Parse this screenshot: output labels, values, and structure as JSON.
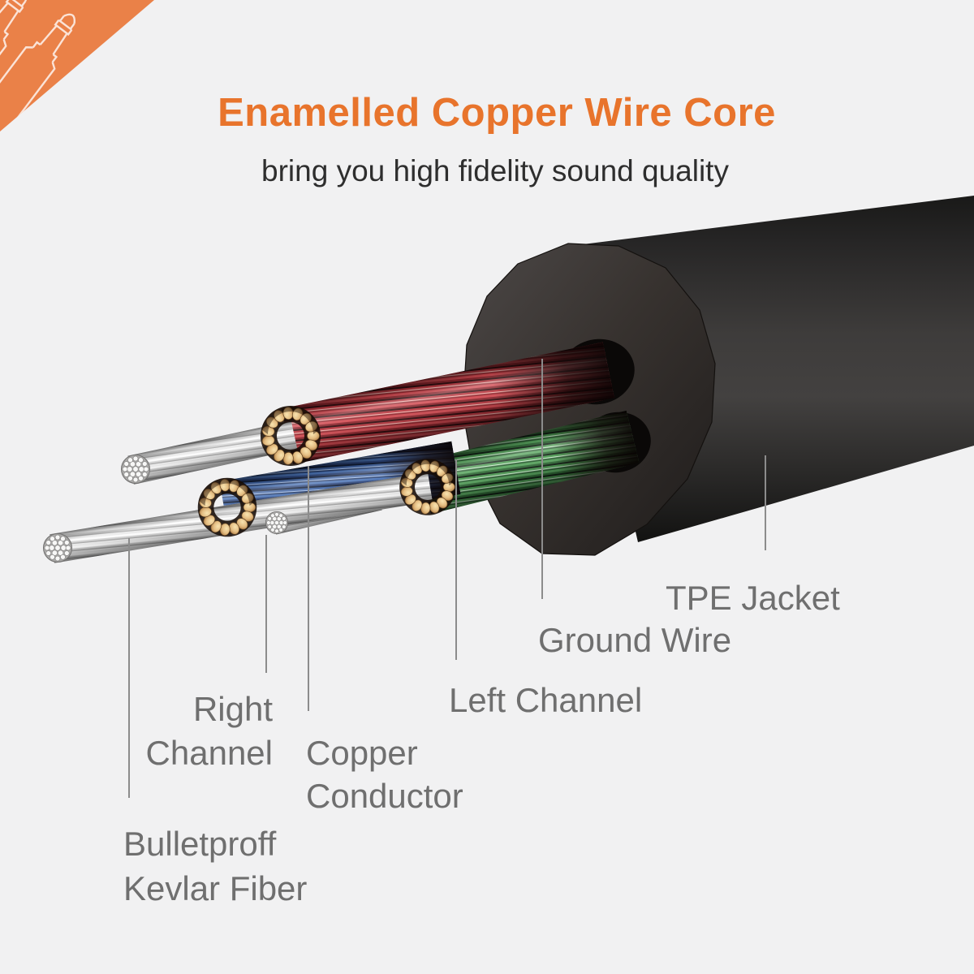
{
  "header": {
    "title": "Enamelled Copper Wire Core",
    "subtitle": "bring you high fidelity sound quality",
    "title_color": "#e8742c",
    "subtitle_color": "#2e2e2e"
  },
  "corner_badge": {
    "color": "#ea8148",
    "icon": "audio-plug-icon",
    "outline_color": "#ffffff"
  },
  "diagram": {
    "label_color": "#6f6f6f",
    "leader_line_color": "#8c8c8c",
    "labels": {
      "tpe_jacket": "TPE Jacket",
      "ground_wire": "Ground Wire",
      "left_channel": "Left Channel",
      "right_channel_line1": "Right",
      "right_channel_line2": "Channel",
      "copper_conductor_line1": "Copper",
      "copper_conductor_line2": "Conductor",
      "kevlar_line1": "Bulletproff",
      "kevlar_line2": "Kevlar Fiber"
    },
    "part_colors": {
      "tpe_jacket": "#2b2a29",
      "left_channel_wire_green": "#4e9b54",
      "right_channel_wire_blue": "#3f63a6",
      "signal_wire_red": "#bf3c43",
      "copper_conductor": "#e4bd82",
      "kevlar_fiber": "#e9e9e9"
    }
  }
}
